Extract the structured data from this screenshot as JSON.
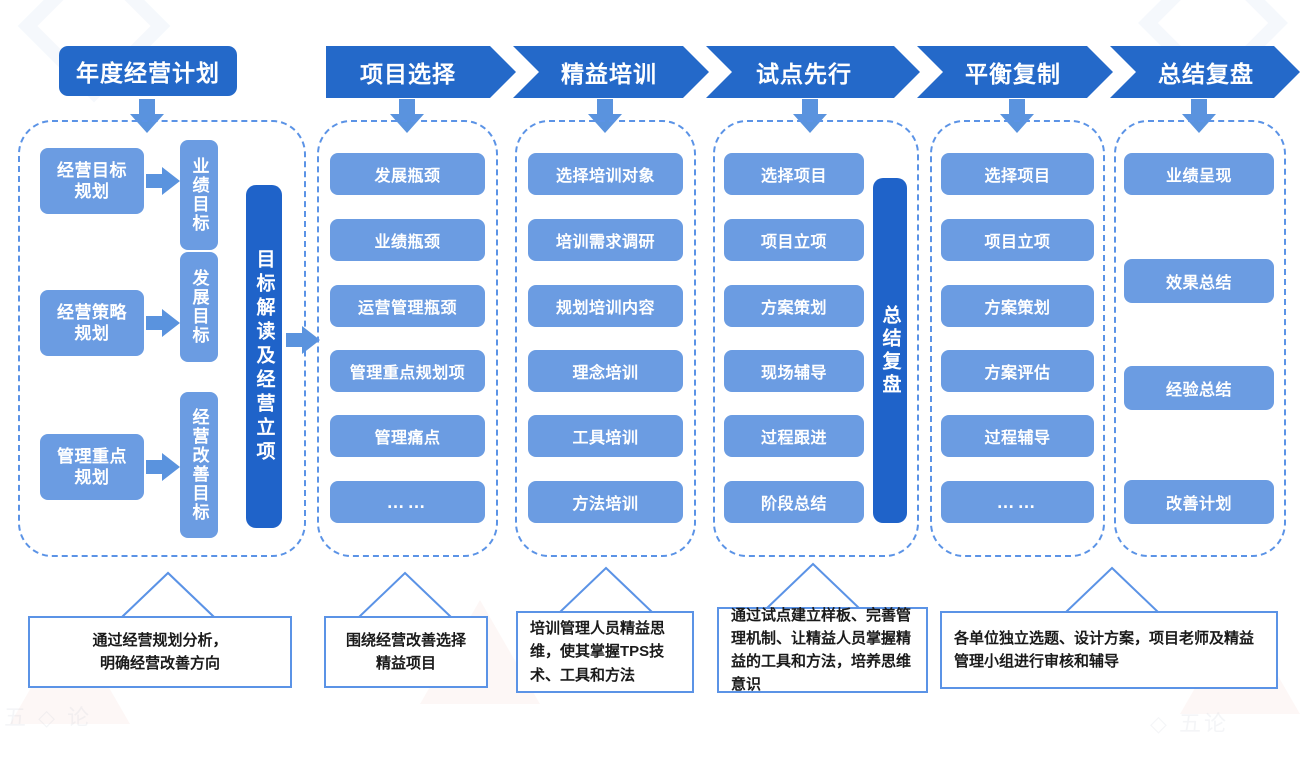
{
  "diagram": {
    "plan_title": "年度经营计划",
    "phases": [
      {
        "id": "phase-1",
        "label": "项目选择"
      },
      {
        "id": "phase-2",
        "label": "精益培训"
      },
      {
        "id": "phase-3",
        "label": "试点先行"
      },
      {
        "id": "phase-4",
        "label": "平衡复制"
      },
      {
        "id": "phase-5",
        "label": "总结复盘"
      }
    ],
    "column1": {
      "rows": [
        {
          "source": "经营目标规划",
          "target": "业绩目标"
        },
        {
          "source": "经营策略规划",
          "target": "发展目标"
        },
        {
          "source": "管理重点规划",
          "target": "经营改善目标"
        }
      ],
      "summary_bar": "目标解读及经营立项"
    },
    "column2": {
      "items": [
        "发展瓶颈",
        "业绩瓶颈",
        "运营管理瓶颈",
        "管理重点规划项",
        "管理痛点",
        "……"
      ]
    },
    "column3": {
      "items": [
        "选择培训对象",
        "培训需求调研",
        "规划培训内容",
        "理念培训",
        "工具培训",
        "方法培训"
      ]
    },
    "column4": {
      "items": [
        "选择项目",
        "项目立项",
        "方案策划",
        "现场辅导",
        "过程跟进",
        "阶段总结"
      ],
      "side_bar": "总结复盘"
    },
    "column5": {
      "items": [
        "选择项目",
        "项目立项",
        "方案策划",
        "方案评估",
        "过程辅导",
        "……"
      ]
    },
    "column6": {
      "items": [
        "业绩呈现",
        "效果总结",
        "经验总结",
        "改善计划"
      ]
    },
    "captions": [
      {
        "id": "caption-1",
        "text": "通过经营规划分析，\n明确经营改善方向"
      },
      {
        "id": "caption-2",
        "text": "围绕经营改善选择\n精益项目"
      },
      {
        "id": "caption-3",
        "text": "培训管理人员精益思维，使其掌握TPS技术、工具和方法"
      },
      {
        "id": "caption-4",
        "text": "通过试点建立样板、完善管理机制、让精益人员掌握精益的工具和方法，培养思维意识"
      },
      {
        "id": "caption-5",
        "text": "各单位独立选题、设计方案，项目老师及精益管理小组进行审核和辅导"
      }
    ],
    "colors": {
      "dark_blue": "#2469c9",
      "mid_blue": "#6b9ce2",
      "bar_blue": "#1f63c9",
      "dashed_border": "#5b93e6",
      "arrow_blue": "#5a93de",
      "background": "#ffffff"
    }
  }
}
